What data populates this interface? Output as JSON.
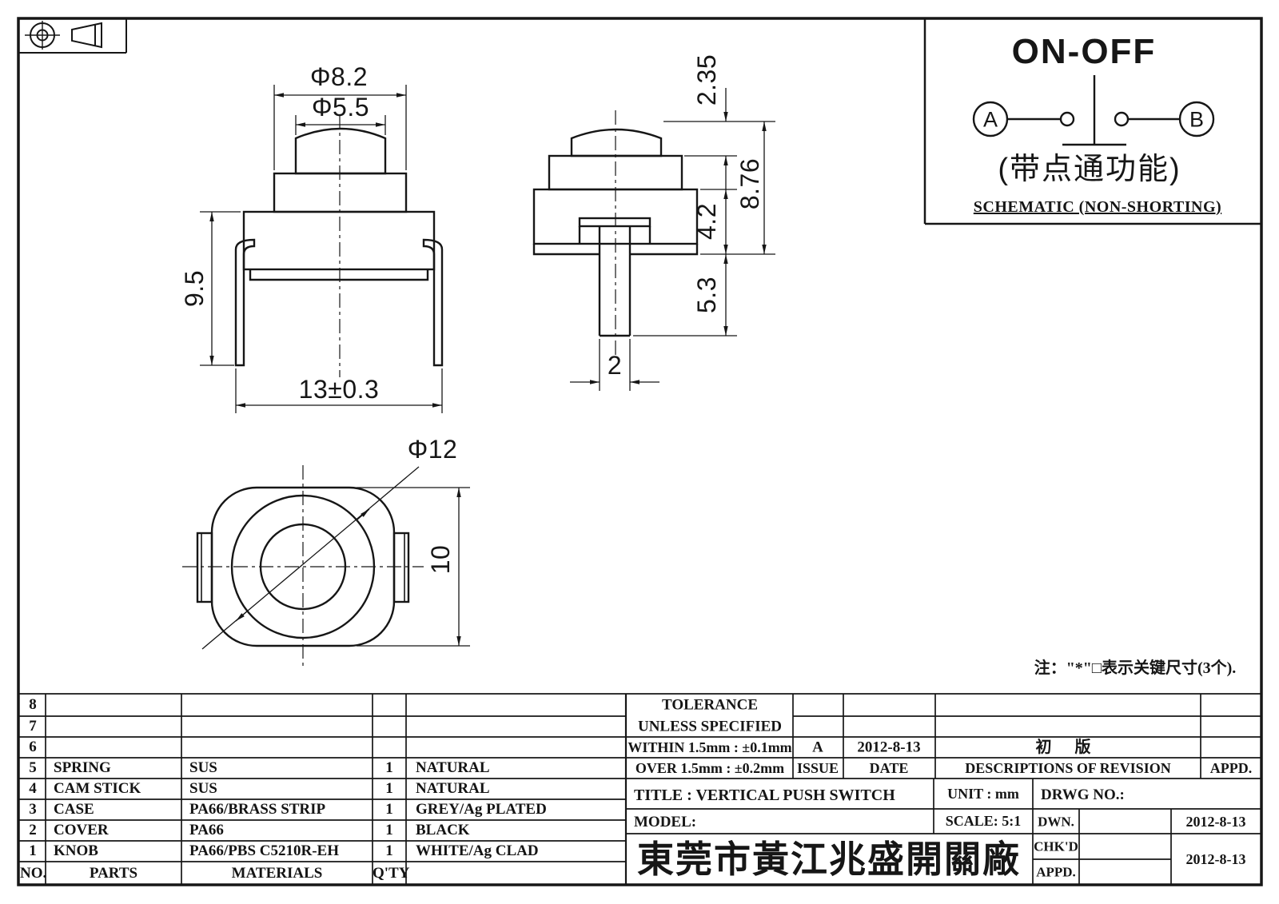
{
  "schematic": {
    "title": "ON-OFF",
    "terminal_a": "A",
    "terminal_b": "B",
    "function_cn": "(带点通功能)",
    "caption": "SCHEMATIC (NON-SHORTING)"
  },
  "note": "注：\"*\"□表示关键尺寸(3个).",
  "dims": {
    "front_dia_outer": "Φ8.2",
    "front_dia_inner": "Φ5.5",
    "front_height": "9.5",
    "front_span": "13±0.3",
    "side_cap": "2.35",
    "side_total": "8.76",
    "side_case": "4.2",
    "side_stem": "5.3",
    "side_stem_width": "2",
    "bottom_dia": "Φ12",
    "bottom_width": "10"
  },
  "parts_table": {
    "headers": {
      "no": "NO.",
      "parts": "PARTS",
      "materials": "MATERIALS",
      "qty": "Q'TY"
    },
    "rows": [
      {
        "no": "8",
        "part": "",
        "material": "",
        "qty": "",
        "finish": ""
      },
      {
        "no": "7",
        "part": "",
        "material": "",
        "qty": "",
        "finish": ""
      },
      {
        "no": "6",
        "part": "",
        "material": "",
        "qty": "",
        "finish": ""
      },
      {
        "no": "5",
        "part": "SPRING",
        "material": "SUS",
        "qty": "1",
        "finish": "NATURAL"
      },
      {
        "no": "4",
        "part": "CAM STICK",
        "material": "SUS",
        "qty": "1",
        "finish": "NATURAL"
      },
      {
        "no": "3",
        "part": "CASE",
        "material": "PA66/BRASS STRIP",
        "qty": "1",
        "finish": "GREY/Ag PLATED"
      },
      {
        "no": "2",
        "part": "COVER",
        "material": "PA66",
        "qty": "1",
        "finish": "BLACK"
      },
      {
        "no": "1",
        "part": "KNOB",
        "material": "PA66/PBS C5210R-EH",
        "qty": "1",
        "finish": "WHITE/Ag CLAD"
      }
    ]
  },
  "tolerance": {
    "title": "TOLERANCE",
    "subtitle": "UNLESS  SPECIFIED",
    "within": "WITHIN 1.5mm : ±0.1mm",
    "over": "OVER 1.5mm : ±0.2mm"
  },
  "revision": {
    "issue_value": "A",
    "date_value": "2012-8-13",
    "desc_value": "初 版",
    "issue_label": "ISSUE",
    "date_label": "DATE",
    "desc_label": "DESCRIPTIONS OF REVISION",
    "appd_label": "APPD."
  },
  "title_block": {
    "title": "TITLE :  VERTICAL PUSH SWITCH",
    "unit": "UNIT :  mm",
    "drwg_no": "DRWG NO.:",
    "model": "MODEL:",
    "scale": "SCALE:  5:1",
    "company": "東莞市黃江兆盛開關廠",
    "dwn_label": "DWN.",
    "chkd_label": "CHK'D",
    "appd_label": "APPD.",
    "dwn_date": "2012-8-13",
    "chkd_appd_date": "2012-8-13"
  }
}
